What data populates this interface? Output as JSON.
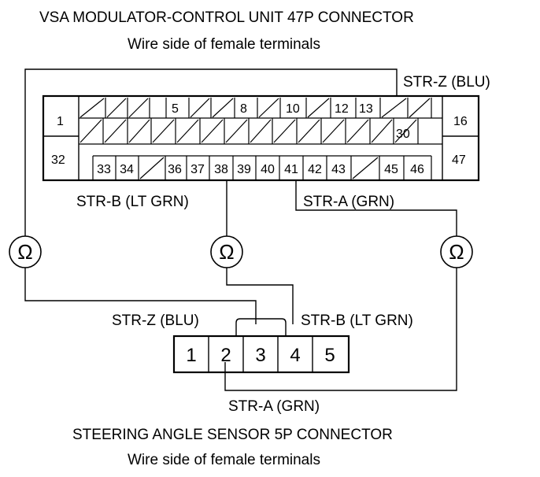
{
  "vsa_connector": {
    "title": "VSA MODULATOR-CONTROL UNIT 47P CONNECTOR",
    "subtitle": "Wire side of female terminals",
    "top_row_labels": [
      "1",
      "5",
      "8",
      "10",
      "12",
      "13",
      "16"
    ],
    "mid_row_labels": [
      "30"
    ],
    "bottom_row_labels": [
      "32",
      "33",
      "34",
      "36",
      "37",
      "38",
      "39",
      "40",
      "41",
      "42",
      "43",
      "45",
      "46",
      "47"
    ]
  },
  "sensor_connector": {
    "title": "STEERING ANGLE SENSOR 5P CONNECTOR",
    "subtitle": "Wire side of female terminals",
    "pins": [
      "1",
      "2",
      "3",
      "4",
      "5"
    ]
  },
  "wires": {
    "str_z_top": "STR-Z (BLU)",
    "str_b_top": "STR-B (LT GRN)",
    "str_a_top": "STR-A (GRN)",
    "str_z_bottom": "STR-Z (BLU)",
    "str_b_bottom": "STR-B (LT GRN)",
    "str_a_bottom": "STR-A (GRN)"
  },
  "meters": [
    "Ω",
    "Ω",
    "Ω"
  ]
}
